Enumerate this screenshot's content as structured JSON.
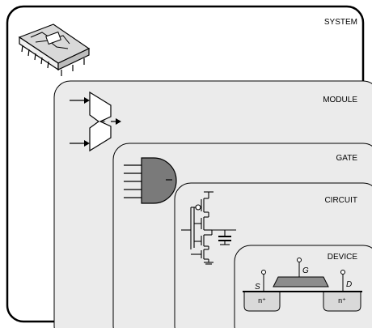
{
  "levels": {
    "system": "SYSTEM",
    "module": "MODULE",
    "gate": "GATE",
    "circuit": "CIRCUIT",
    "device": "DEVICE"
  },
  "device": {
    "source_label": "S",
    "gate_label": "G",
    "drain_label": "D",
    "source_region": "n⁺",
    "drain_region": "n⁺"
  },
  "module_symbol": "+",
  "colors": {
    "panel": "#ebebeb",
    "system_panel": "#ffffff",
    "gate_fill": "#7a7a7a",
    "chip_fill": "#d9d9d9",
    "outline": "#000000"
  }
}
